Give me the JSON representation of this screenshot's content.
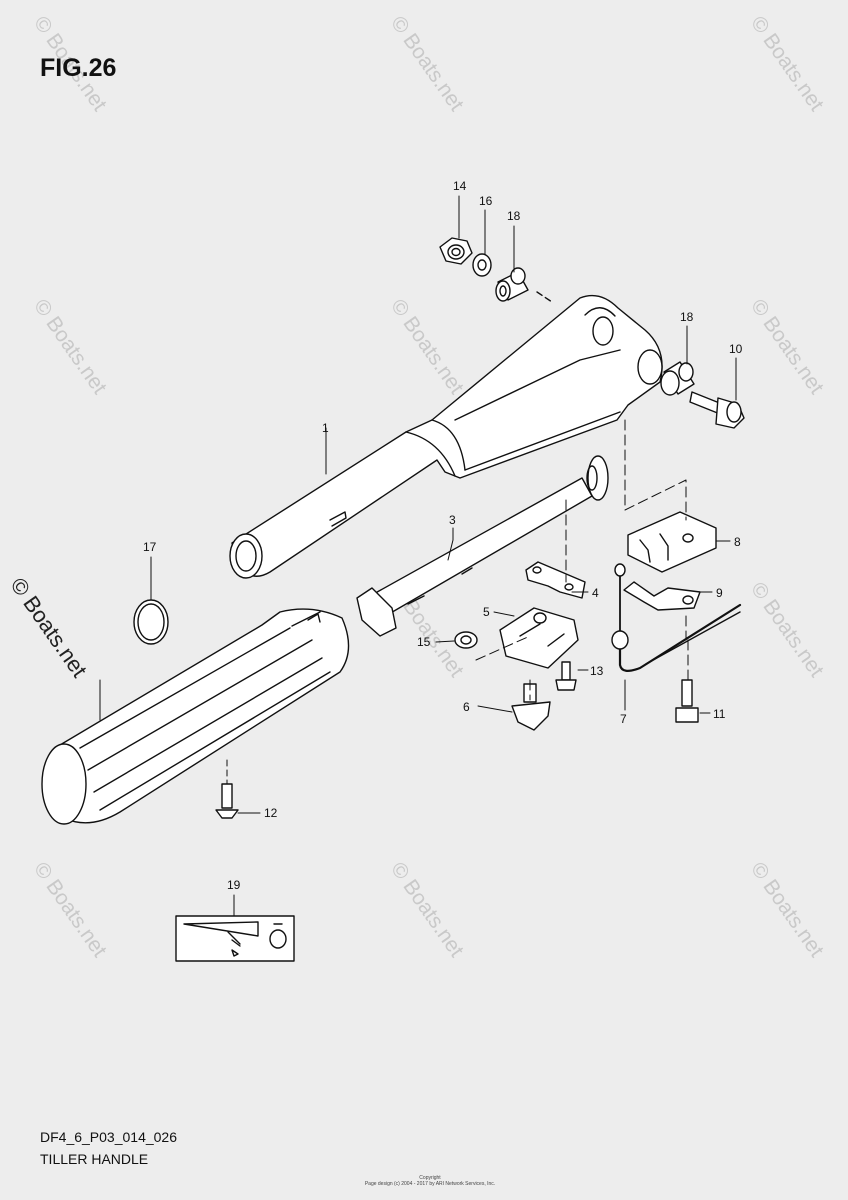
{
  "figure": {
    "title": "FIG.26"
  },
  "footer": {
    "code": "DF4_6_P03_014_026",
    "title": "TILLER HANDLE"
  },
  "copyright": {
    "line1": "Copyright",
    "line2": "Page design (c) 2004 - 2017 by ARI Network Services, Inc."
  },
  "watermark": {
    "text": "© Boats.net"
  },
  "callouts": [
    "14",
    "16",
    "18",
    "18",
    "10",
    "1",
    "3",
    "8",
    "17",
    "4",
    "9",
    "5",
    "15",
    "13",
    "6",
    "7",
    "11",
    "12",
    "19"
  ]
}
